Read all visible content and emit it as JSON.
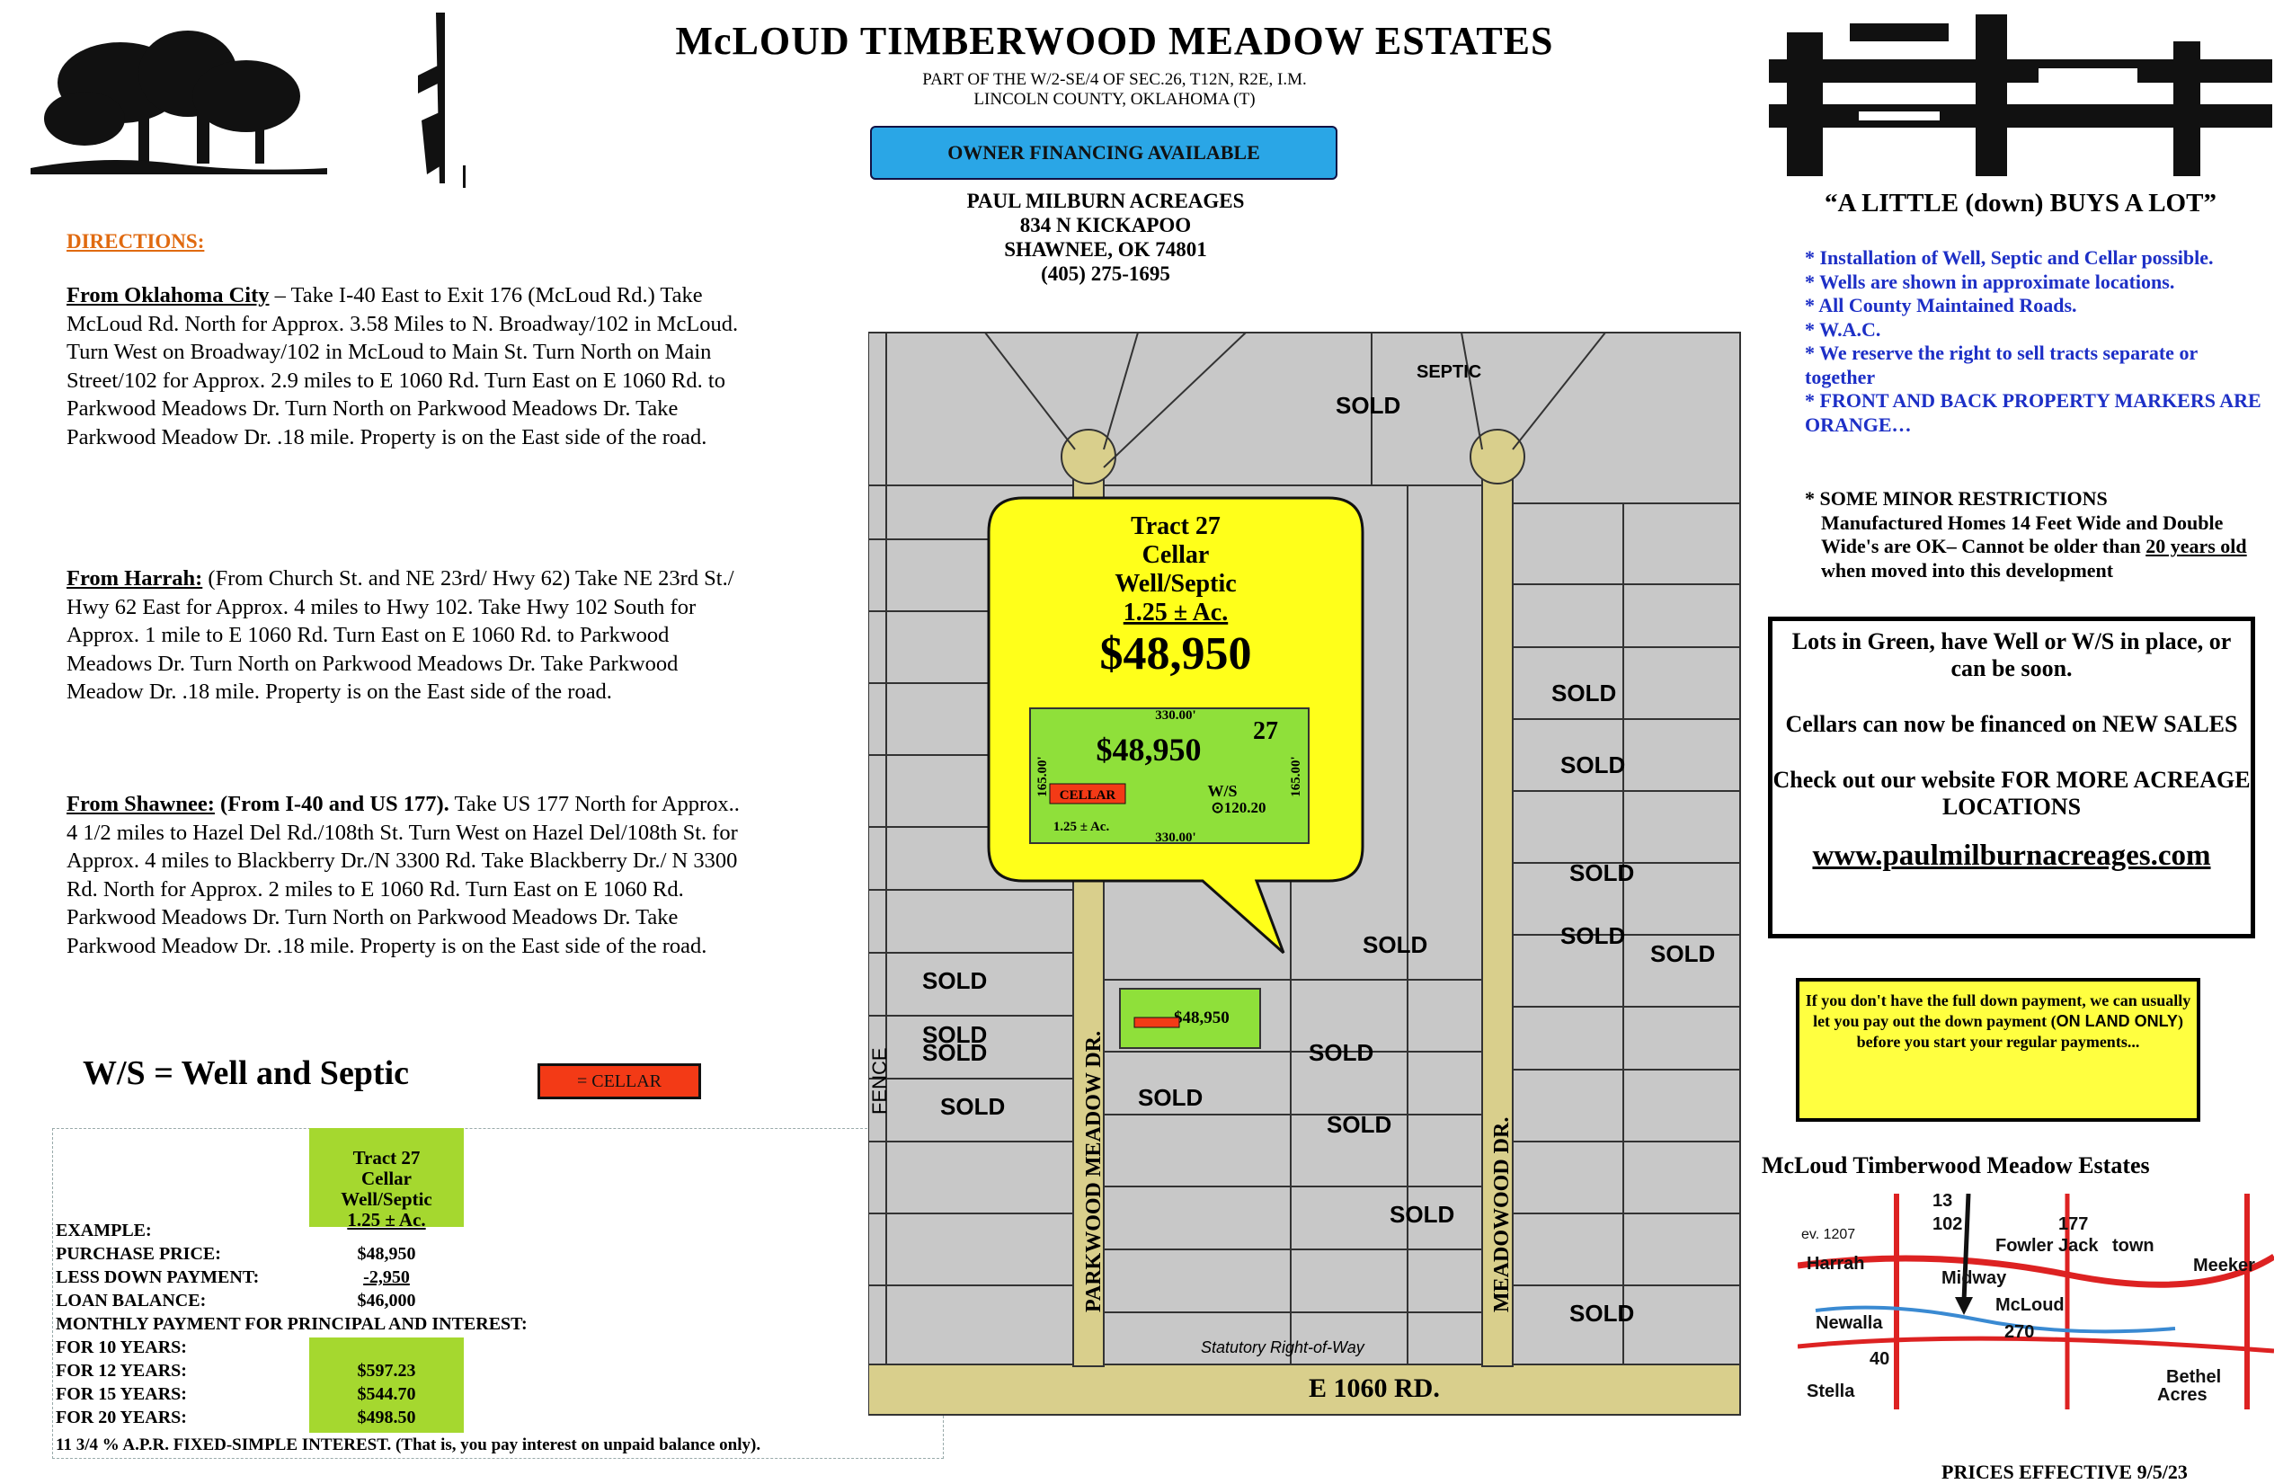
{
  "header": {
    "title": "McLOUD TIMBERWOOD MEADOW ESTATES",
    "sub1": "PART OF THE W/2-SE/4 OF SEC.26, T12N, R2E, I.M.",
    "sub2": "LINCOLN COUNTY, OKLAHOMA (T)",
    "financing": "OWNER FINANCING AVAILABLE",
    "company": "PAUL MILBURN ACREAGES",
    "street": "834 N KICKAPOO",
    "city": "SHAWNEE, OK  74801",
    "phone": "(405) 275-1695"
  },
  "directions": {
    "heading": "DIRECTIONS:",
    "okc_label": "From Oklahoma City",
    "okc_text": " – Take I-40 East to Exit 176 (McLoud Rd.) Take McLoud Rd. North for Approx. 3.58 Miles to N. Broadway/102 in McLoud. Turn West on Broadway/102 in McLoud to Main St. Turn North on Main Street/102 for Approx. 2.9 miles to E 1060 Rd. Turn East on E 1060 Rd. to Parkwood Meadows Dr. Turn North on Parkwood Meadows Dr. Take Parkwood Meadow Dr. .18 mile. Property is on the East side of the road.",
    "harrah_label": "From Harrah:",
    "harrah_text": " (From Church St. and NE 23rd/ Hwy 62) Take NE 23rd St./ Hwy 62 East for Approx. 4 miles to Hwy 102. Take Hwy 102 South for Approx. 1 mile to E 1060 Rd. Turn East on E 1060 Rd. to Parkwood Meadows Dr. Turn North on Parkwood Meadows Dr. Take Parkwood Meadow Dr. .18 mile. Property is on the East side of the road.",
    "shawnee_label": "From Shawnee:",
    "shawnee_paren": " (From I-40 and US 177).",
    "shawnee_text": " Take US 177 North for Approx.. 4 1/2 miles to Hazel Del Rd./108th St. Turn West on Hazel Del/108th St. for Approx. 4 miles to Blackberry Dr./N 3300 Rd. Take Blackberry Dr./ N 3300 Rd. North for Approx. 2 miles to E 1060 Rd. Turn East on E 1060 Rd. Parkwood Meadows Dr. Turn North on Parkwood Meadows Dr. Take Parkwood Meadow Dr. .18 mile. Property is on the East side of the road."
  },
  "legend": {
    "ws": "W/S = Well and Septic",
    "cellar": "=  CELLAR"
  },
  "example": {
    "tract": [
      "Tract 27",
      "Cellar",
      "Well/Septic",
      "1.25 ± Ac."
    ],
    "rows": [
      {
        "label": "EXAMPLE:",
        "value": ""
      },
      {
        "label": "PURCHASE PRICE:",
        "value": "$48,950"
      },
      {
        "label": "LESS DOWN PAYMENT:",
        "value": "-2,950"
      },
      {
        "label": "LOAN BALANCE:",
        "value": "$46,000"
      },
      {
        "label": "MONTHLY PAYMENT FOR PRINCIPAL AND INTEREST:",
        "value": ""
      },
      {
        "label": "FOR 10 YEARS:",
        "value": ""
      },
      {
        "label": "FOR 12 YEARS:",
        "value": "$597.23"
      },
      {
        "label": "FOR 15 YEARS:",
        "value": "$544.70"
      },
      {
        "label": "FOR 20 YEARS:",
        "value": "$498.50"
      }
    ],
    "apr": "11 3/4 % A.P.R. FIXED-SIMPLE INTEREST. (That is, you pay interest on unpaid balance only)."
  },
  "right": {
    "slogan": "“A LITTLE (down) BUYS A LOT”",
    "bullets": [
      "* Installation of Well, Septic and Cellar possible.",
      "* Wells are shown in approximate locations.",
      "* All County Maintained Roads.",
      "* W.A.C.",
      "* We reserve the right to sell tracts separate or together",
      "* FRONT AND BACK PROPERTY MARKERS ARE ORANGE…"
    ],
    "restrictions_head": "* SOME MINOR RESTRICTIONS",
    "restrictions_a": "Manufactured Homes 14 Feet Wide and Double Wide's are OK– Cannot be older than ",
    "restrictions_u": "20 years old",
    "restrictions_b": " when moved into this development",
    "box1": "Lots in Green, have Well or W/S in place, or can be soon.",
    "box2": "Cellars can now be financed on NEW SALES",
    "box3": "Check out our website FOR MORE ACREAGE LOCATIONS",
    "website": "www.paulmilburnacreages.com",
    "yellow1": "If you don't have the full down payment, we can usually let you pay out the down payment (",
    "yellow_bold": "ON LAND ONLY",
    "yellow2": ") before you start your regular payments...",
    "minimap_title": "McLoud Timberwood Meadow Estates",
    "minimap_labels": [
      "Harrah",
      "McLoud",
      "Meeker",
      "Newalla",
      "Midway",
      "102",
      "177",
      "270",
      "40",
      "13",
      "Fowler Jack",
      "town",
      "Bethel",
      "Acres",
      "Stella",
      "ev. 1207"
    ],
    "prices": "PRICES EFFECTIVE  9/5/23"
  },
  "callout": {
    "tract": "Tract 27",
    "cellar": "Cellar",
    "ws": "Well/Septic",
    "acres": "1.25 ± Ac.",
    "price": "$48,950",
    "inner_price": "$48,950",
    "inner_tract": "27",
    "inner_cellar": "CELLAR",
    "inner_ws": "W/S",
    "inner_well": "⊙120.20",
    "inner_ac": "1.25 ± Ac.",
    "dim_top": "330.00'",
    "dim_bottom": "330.00'",
    "dim_left": "165.00'",
    "dim_right": "165.00'"
  },
  "plat": {
    "road_south": "E 1060 RD.",
    "road_parkwood": "PARKWOOD MEADOW DR.",
    "road_meadowood": "MEADOWOOD DR.",
    "fence": "FENCE",
    "lot27_price": "$48,950",
    "sold": "SOLD",
    "septic": "SEPTIC",
    "statutory": "Statutory Right-of-Way"
  },
  "colors": {
    "lot_gray": "#c8c8c8",
    "road_tan": "#d9cf8c",
    "lot_green": "#8fe03a",
    "callout_yellow": "#ffff1a",
    "finance_blue": "#2aa6e6",
    "cellar_red": "#f33a16",
    "bullet_blue": "#1d2fc6"
  }
}
